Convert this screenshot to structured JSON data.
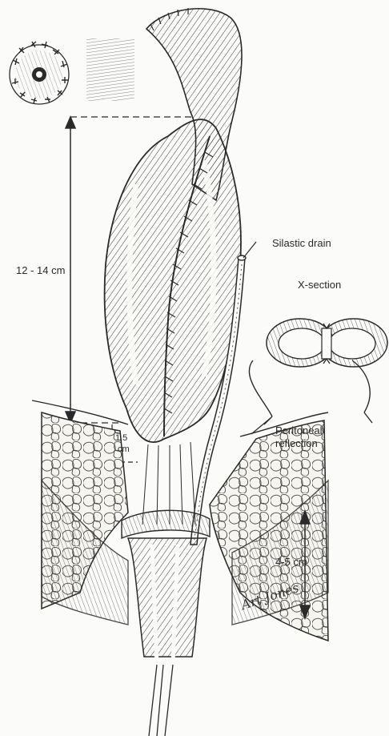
{
  "figure": {
    "labels": {
      "silastic_drain": "Silastic drain",
      "x_section": "X-section",
      "length_12_14": "12 - 14 cm",
      "length_1_5_line1": "1.5",
      "length_1_5_line2": "cm",
      "peritoneal_line1": "Peritoneal",
      "peritoneal_line2": "reflection",
      "length_4_5": "4-5 cm"
    },
    "signature": "Art Jones"
  },
  "colors": {
    "ink": "#2a2a2a",
    "paper": "#fbfbf9",
    "fat": "#f4f3ee"
  }
}
